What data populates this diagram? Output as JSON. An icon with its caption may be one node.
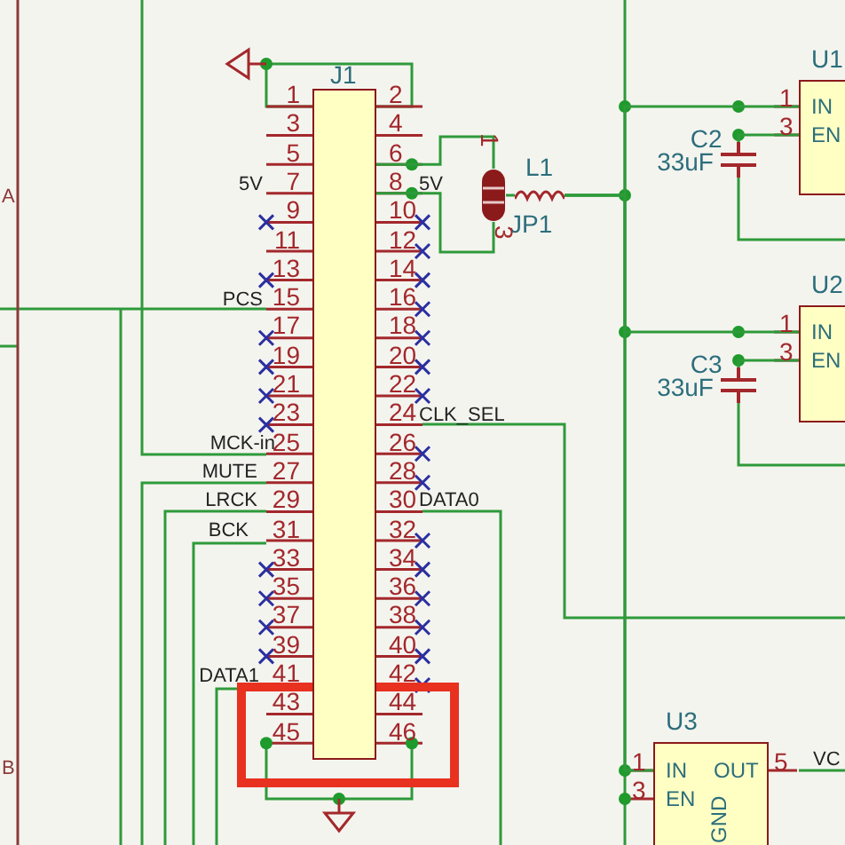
{
  "diagram": {
    "nodes": [
      {
        "text": [
          "J1"
        ],
        "beside": [
          "1",
          "2",
          "3",
          "4",
          "5",
          "6",
          "7",
          "8",
          "9",
          "10",
          "11",
          "12",
          "13",
          "14",
          "15",
          "16",
          "17",
          "18",
          "19",
          "20",
          "21",
          "22",
          "23",
          "24",
          "25",
          "26",
          "27",
          "28",
          "29",
          "30",
          "31",
          "32",
          "33",
          "34",
          "35",
          "36",
          "37",
          "38",
          "39",
          "40",
          "41",
          "42",
          "43",
          "44",
          "45",
          "46"
        ]
      },
      {
        "text": [
          "JP1"
        ],
        "beside": [
          "1",
          "3"
        ]
      },
      {
        "text": [
          "L1"
        ]
      },
      {
        "text": [
          "C2",
          "33uF"
        ]
      },
      {
        "text": [
          "U1",
          "IN",
          "EN"
        ],
        "beside": [
          "1",
          "3"
        ]
      },
      {
        "text": [
          "C3",
          "33uF"
        ]
      },
      {
        "text": [
          "U2",
          "IN",
          "EN"
        ],
        "beside": [
          "1",
          "3"
        ]
      },
      {
        "text": [
          "U3",
          "IN",
          "OUT",
          "EN",
          "GND"
        ],
        "beside": [
          "1",
          "5",
          "3"
        ]
      }
    ],
    "edges": [
      {
        "from": 0,
        "to": 1,
        "arrow": "none"
      },
      {
        "from": 0,
        "to": 1,
        "arrow": "none"
      },
      {
        "from": 1,
        "to": 2,
        "arrow": "none"
      },
      {
        "from": 2,
        "to": 4,
        "arrow": "none"
      },
      {
        "from": 2,
        "to": 6,
        "arrow": "none"
      },
      {
        "from": 2,
        "to": 7,
        "arrow": "none"
      },
      {
        "from": 3,
        "to": 4,
        "arrow": "none"
      },
      {
        "from": 5,
        "to": 6,
        "arrow": "none"
      }
    ],
    "labels": [
      "5V",
      "5V",
      "A",
      "PCS",
      "CLK_SEL",
      "MCK-in",
      "MUTE",
      "LRCK",
      "DATA0",
      "BCK",
      "DATA1",
      "VC",
      "B"
    ]
  }
}
